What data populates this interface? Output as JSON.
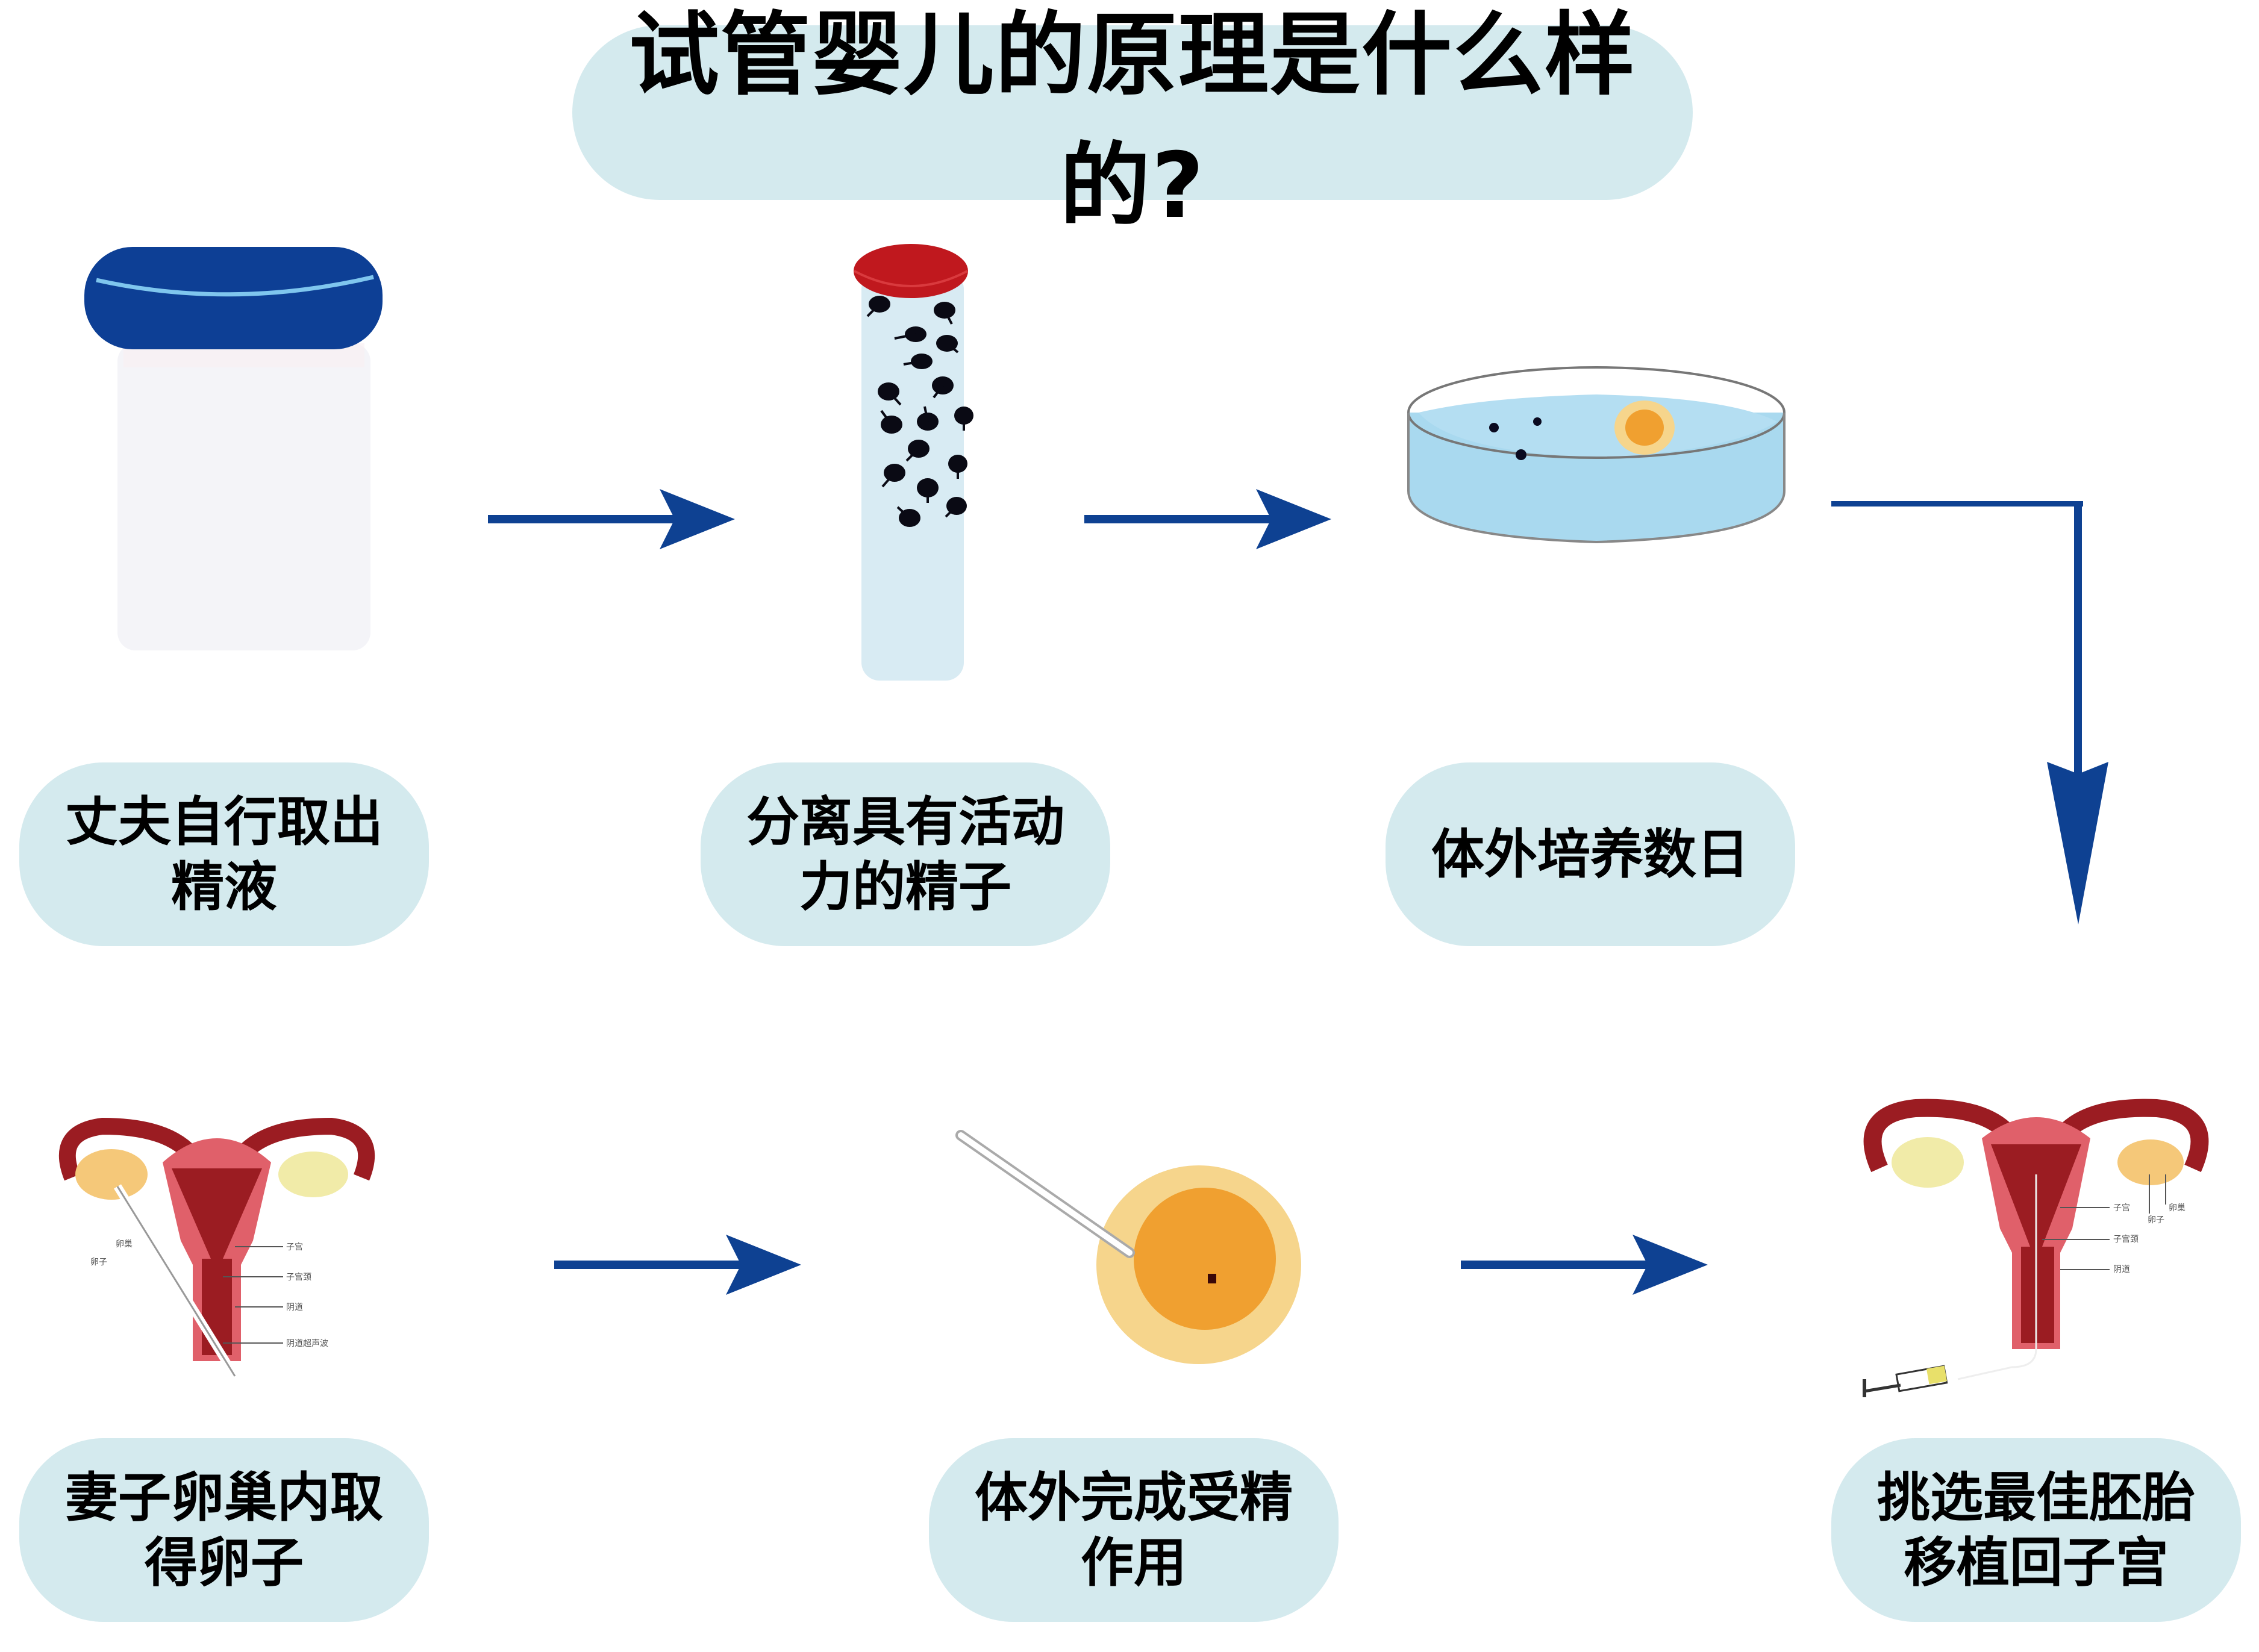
{
  "title": "试管婴儿的原理是什么样的?",
  "colors": {
    "pill_background": "#d4eaee",
    "arrow": "#0e4192",
    "uterus_dark": "#9b1c22",
    "uterus_light": "#e0606a",
    "egg_outer": "#f6d58c",
    "egg_inner": "#f0a030",
    "cap_blue": "#0d3f95",
    "cap_red": "#c0181e",
    "dish_liquid": "#a9d9ef"
  },
  "steps": [
    {
      "id": 1,
      "line1": "丈夫自行取出",
      "line2": "精液",
      "illustration": "specimen-cup"
    },
    {
      "id": 2,
      "line1": "分离具有活动",
      "line2": "力的精子",
      "illustration": "sperm-test-tube"
    },
    {
      "id": 3,
      "line1": "体外培养数日",
      "line2": "",
      "illustration": "petri-dish"
    },
    {
      "id": 4,
      "line1": "挑选最佳胚胎",
      "line2": "移植回子宫",
      "illustration": "uterus-embryo-transfer"
    },
    {
      "id": 5,
      "line1": "体外完成受精",
      "line2": "作用",
      "illustration": "egg-injection"
    },
    {
      "id": 6,
      "line1": "妻子卵巢内取",
      "line2": "得卵子",
      "illustration": "uterus-egg-retrieval"
    }
  ],
  "retrieval_labels": {
    "ovary": "卵巢",
    "egg": "卵子",
    "uterus": "子宫",
    "cervix": "子宫颈",
    "vagina": "阴道",
    "ultrasound": "阴道超声波"
  },
  "transfer_labels": {
    "uterus": "子宫",
    "cervix": "子宫颈",
    "vagina": "阴道",
    "ovary": "卵巢",
    "egg": "卵子"
  }
}
